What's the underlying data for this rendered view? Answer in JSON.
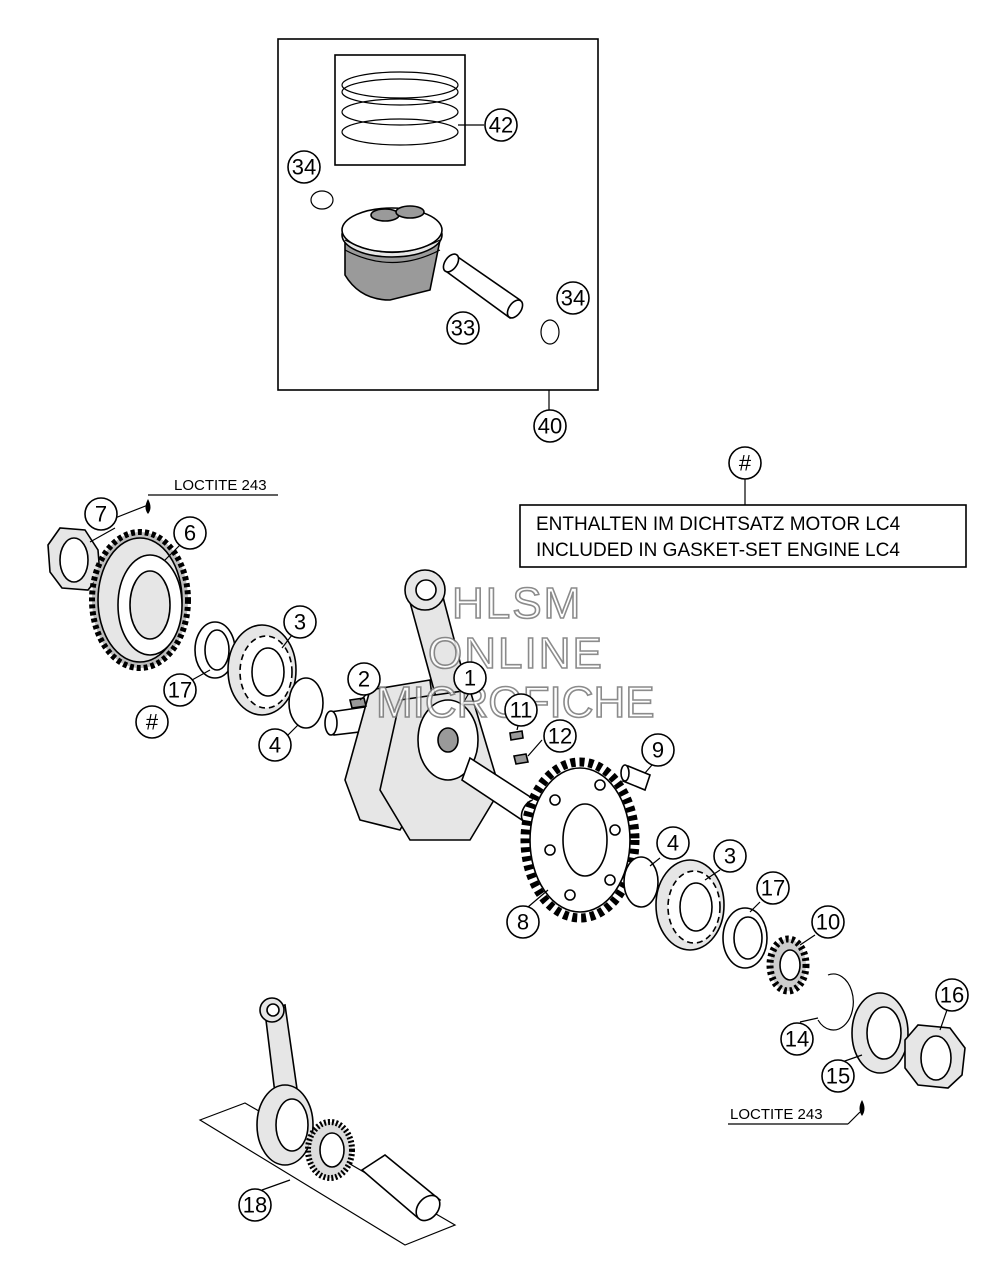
{
  "callouts": [
    {
      "id": "c42",
      "label": "42"
    },
    {
      "id": "c34a",
      "label": "34"
    },
    {
      "id": "c34b",
      "label": "34"
    },
    {
      "id": "c33",
      "label": "33"
    },
    {
      "id": "c40",
      "label": "40"
    },
    {
      "id": "chash1",
      "label": "#"
    },
    {
      "id": "c7",
      "label": "7"
    },
    {
      "id": "c6",
      "label": "6"
    },
    {
      "id": "c3a",
      "label": "3"
    },
    {
      "id": "c17a",
      "label": "17"
    },
    {
      "id": "chash2",
      "label": "#"
    },
    {
      "id": "c4a",
      "label": "4"
    },
    {
      "id": "c2",
      "label": "2"
    },
    {
      "id": "c1",
      "label": "1"
    },
    {
      "id": "c11",
      "label": "11"
    },
    {
      "id": "c12",
      "label": "12"
    },
    {
      "id": "c9",
      "label": "9"
    },
    {
      "id": "c4b",
      "label": "4"
    },
    {
      "id": "c3b",
      "label": "3"
    },
    {
      "id": "c17b",
      "label": "17"
    },
    {
      "id": "c10",
      "label": "10"
    },
    {
      "id": "c8",
      "label": "8"
    },
    {
      "id": "c16",
      "label": "16"
    },
    {
      "id": "c14",
      "label": "14"
    },
    {
      "id": "c15",
      "label": "15"
    },
    {
      "id": "c18",
      "label": "18"
    }
  ],
  "loctite_top": "LOCTITE 243",
  "loctite_bottom": "LOCTITE 243",
  "note": {
    "line1": "ENTHALTEN IM DICHTSATZ MOTOR LC4",
    "line2": "INCLUDED IN GASKET-SET ENGINE LC4"
  },
  "watermark": {
    "line1": "HLSM",
    "line2": "ONLINE",
    "line3": "MICROFICHE"
  }
}
